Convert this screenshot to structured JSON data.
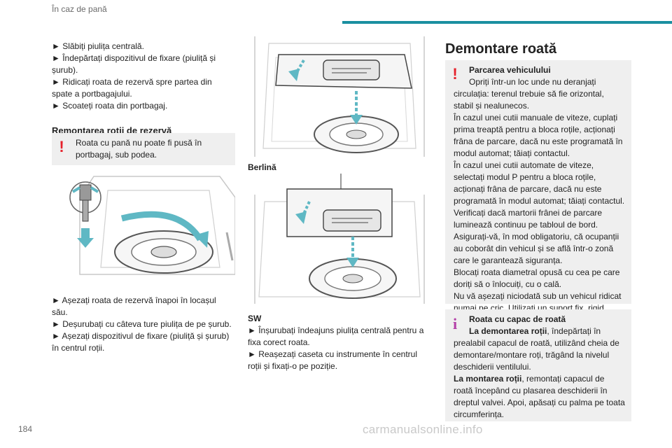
{
  "header": {
    "section_title": "În caz de pană"
  },
  "page_number": "184",
  "watermark": "carmanualsonline.info",
  "col1": {
    "steps_top": [
      "► Slăbiți piulița centrală.",
      "► Îndepărtați dispozitivul de fixare (piuliță și",
      "șurub).",
      "► Ridicați roata de rezervă spre partea din",
      "spate a portbagajului.",
      "► Scoateți roata din portbagaj."
    ],
    "heading": "Remontarea roții de rezervă",
    "warning_lines": [
      "Roata cu pană nu poate fi pusă în",
      "portbagaj, sub podea."
    ],
    "steps_bottom": [
      "► Așezați roata de rezervă înapoi în locașul",
      "său.",
      "► Deșurubați cu câteva ture piulița de pe șurub.",
      "► Așezați dispozitivul de fixare (piuliță și șurub)",
      "în centrul roții."
    ]
  },
  "col2": {
    "caption_berlina": "Berlină",
    "caption_sw": "SW",
    "steps": [
      "► Înșurubați îndeajuns piulița centrală pentru a",
      "fixa corect roata.",
      "► Reașezați caseta cu instrumente în centrul",
      "roții și fixați-o pe poziție."
    ]
  },
  "col3": {
    "heading": "Demontare roată",
    "warning": {
      "title": "Parcarea vehiculului",
      "lines": [
        "Opriți într-un loc unde nu deranjați",
        "circulația: terenul trebuie să fie orizontal,",
        "stabil și nealunecos.",
        "În cazul unei cutii manuale de viteze, cuplați",
        "prima treaptă pentru a bloca roțile, acționați",
        "frâna de parcare, dacă nu este programată în",
        "modul automat; tăiați contactul.",
        "În cazul unei cutii automate de viteze,",
        "selectați modul P pentru a bloca roțile,",
        "acționați frâna de parcare, dacă nu este",
        "programată în modul automat; tăiați contactul.",
        "Verificați dacă martorii frânei de parcare",
        "luminează continuu pe tabloul de bord.",
        "Asigurați-vă, în mod obligatoriu, că ocupanții",
        "au coborât din vehicul și se află într-o zonă",
        "care le garantează siguranța.",
        "Blocați roata diametral opusă cu cea pe care",
        "doriți să o înlocuiți, cu o cală.",
        "Nu vă așezați niciodată sub un vehicul ridicat",
        "numai pe cric. Utilizați un suport fix, rigid."
      ]
    },
    "info": {
      "title": "Roata cu capac de roată",
      "bold1": "La demontarea roții",
      "text1_a": ", îndepărtați în",
      "lines1": [
        "prealabil capacul de roată, utilizând cheia de",
        "demontare/montare roți, trăgând la nivelul",
        "deschiderii ventilului."
      ],
      "bold2": "La montarea roții",
      "text2_a": ", remontați capacul de",
      "lines2": [
        "roată începând cu plasarea deschiderii în",
        "dreptul valvei. Apoi, apăsați cu palma pe toata",
        "circumferința."
      ]
    }
  },
  "colors": {
    "accent": "#1a8fa0",
    "warning": "#e5202a",
    "info": "#b33fa8",
    "box_bg": "#efefef",
    "arrow": "#5fb8c4"
  }
}
